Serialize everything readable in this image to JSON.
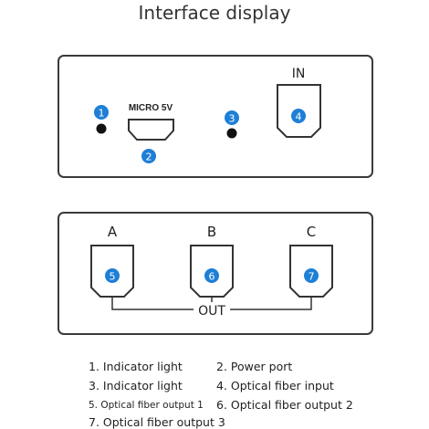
{
  "title": "Interface display",
  "top_panel": {
    "micro_label": "MICRO 5V",
    "in_label": "IN",
    "markers": [
      "1",
      "2",
      "3",
      "4"
    ]
  },
  "bottom_panel": {
    "port_labels": [
      "A",
      "B",
      "C"
    ],
    "markers": [
      "5",
      "6",
      "7"
    ],
    "out_label": "OUT"
  },
  "legend": [
    "1. Indicator light",
    "2. Power port",
    "3. Indicator light",
    "4. Optical fiber input",
    "5. Optical fiber output 1",
    "6. Optical fiber output 2",
    "7. Optical fiber output 3"
  ],
  "colors": {
    "marker": "#1e7fd6",
    "outline": "#3a3a3a",
    "panel_fill": "#ffffff"
  }
}
